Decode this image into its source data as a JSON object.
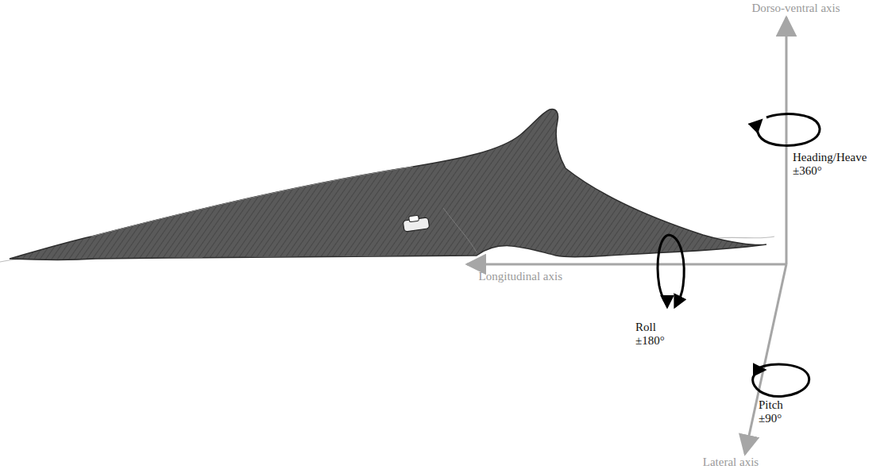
{
  "diagram": {
    "labels": [
      "Dorso-ventral axis",
      "Heading/Heave ±360°",
      "Longitudinal axis",
      "Roll ±180°",
      "Pitch ±90°",
      "Lateral axis"
    ]
  }
}
